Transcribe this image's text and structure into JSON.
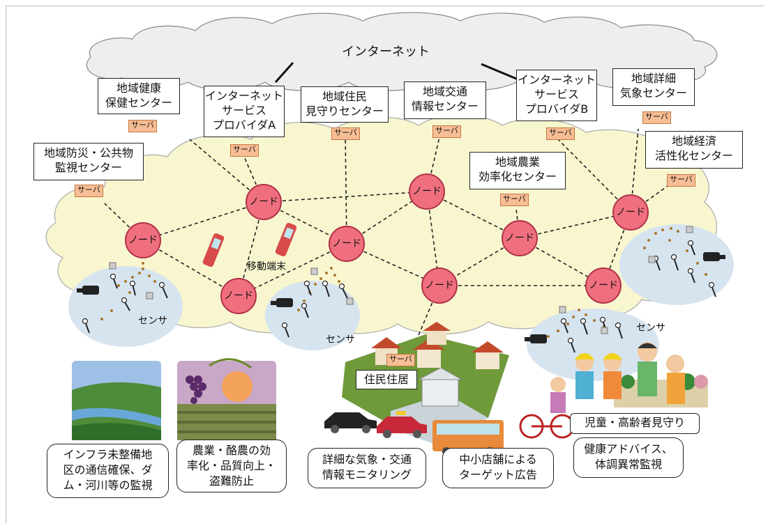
{
  "internet": "インターネット",
  "server_label": "サーバ",
  "node_label": "ノード",
  "mobile_label": "移動端末",
  "sensor_label": "センサ",
  "centers": {
    "health": [
      "地域健康",
      "保健センター"
    ],
    "isp_a": [
      "インターネット",
      "サービス",
      "プロバイダA"
    ],
    "watch": [
      "地域住民",
      "見守りセンター"
    ],
    "traffic": [
      "地域交通",
      "情報センター"
    ],
    "isp_b": [
      "インターネット",
      "サービス",
      "プロバイダB"
    ],
    "weather": [
      "地域詳細",
      "気象センター"
    ],
    "disaster": [
      "地域防災・公共物",
      "監視センター"
    ],
    "agri": [
      "地域農業",
      "効率化センター"
    ],
    "economy": [
      "地域経済",
      "活性化センター"
    ]
  },
  "residence": "住民住居",
  "children_label": "児童・高齢者見守り",
  "captions": {
    "infra": [
      "インフラ未整備地",
      "区の通信確保、ダ",
      "ム・河川等の監視"
    ],
    "farm": [
      "農業・酪農の効",
      "率化・品質向上・",
      "盗難防止"
    ],
    "weather_info": [
      "詳細な気象・交通",
      "情報モニタリング"
    ],
    "shop": [
      "中小店舗による",
      "ターゲット広告"
    ],
    "health": [
      "健康アドバイス、",
      "体調異常監視"
    ]
  },
  "colors": {
    "cloud_mesh": "#f8f6cf",
    "cloud_top": "#eeeeee",
    "node": "#ef6f7e",
    "server": "#f7bd95",
    "sensor_area": "#d6e4f0"
  }
}
